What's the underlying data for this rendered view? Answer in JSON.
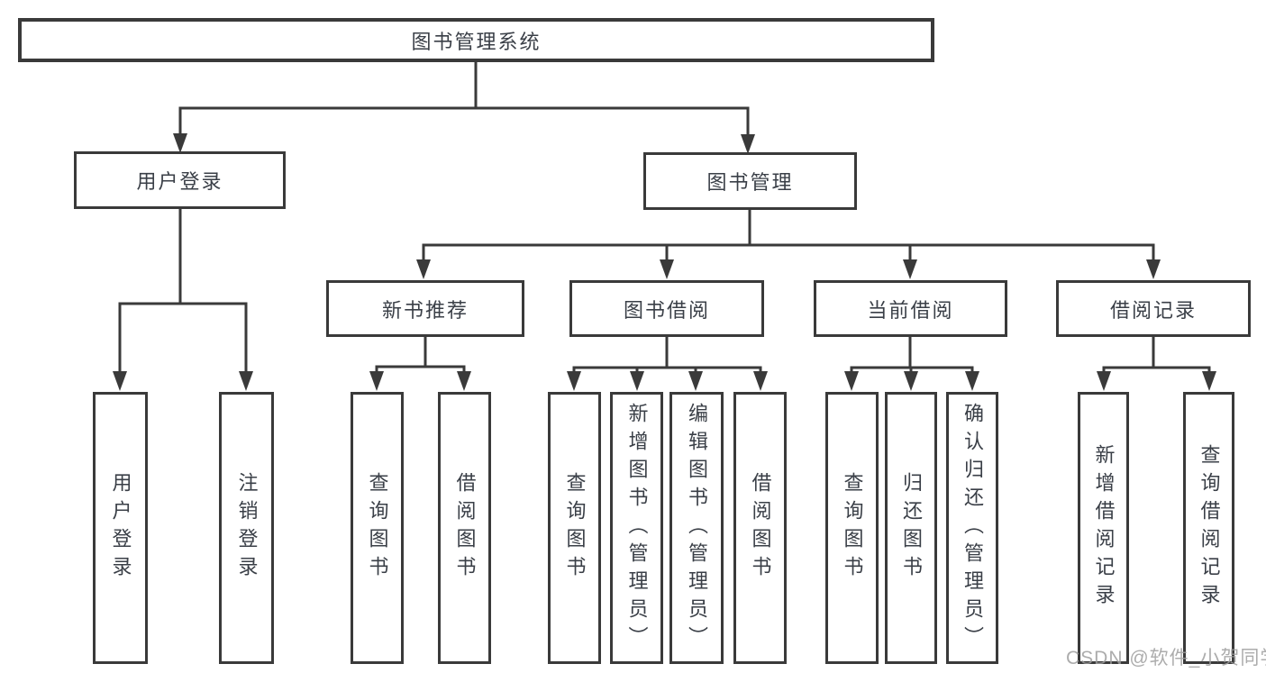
{
  "tree": {
    "label": "图书管理系统",
    "children": [
      {
        "label": "用户登录",
        "children": [
          {
            "label": "用户登录"
          },
          {
            "label": "注销登录"
          }
        ]
      },
      {
        "label": "图书管理",
        "children": [
          {
            "label": "新书推荐",
            "children": [
              {
                "label": "查询图书"
              },
              {
                "label": "借阅图书"
              }
            ]
          },
          {
            "label": "图书借阅",
            "children": [
              {
                "label": "查询图书"
              },
              {
                "label": "新增图书（管理员）"
              },
              {
                "label": "编辑图书（管理员）"
              },
              {
                "label": "借阅图书"
              }
            ]
          },
          {
            "label": "当前借阅",
            "children": [
              {
                "label": "查询图书"
              },
              {
                "label": "归还图书"
              },
              {
                "label": "确认归还（管理员）"
              }
            ]
          },
          {
            "label": "借阅记录",
            "children": [
              {
                "label": "新增借阅记录"
              },
              {
                "label": "查询借阅记录"
              }
            ]
          }
        ]
      }
    ]
  },
  "watermark": {
    "text": "CSDN @软件_小贺同学"
  },
  "colors": {
    "line": "#3a3a3a",
    "text": "#3a3f47",
    "watermark": "#9e9e9e"
  }
}
